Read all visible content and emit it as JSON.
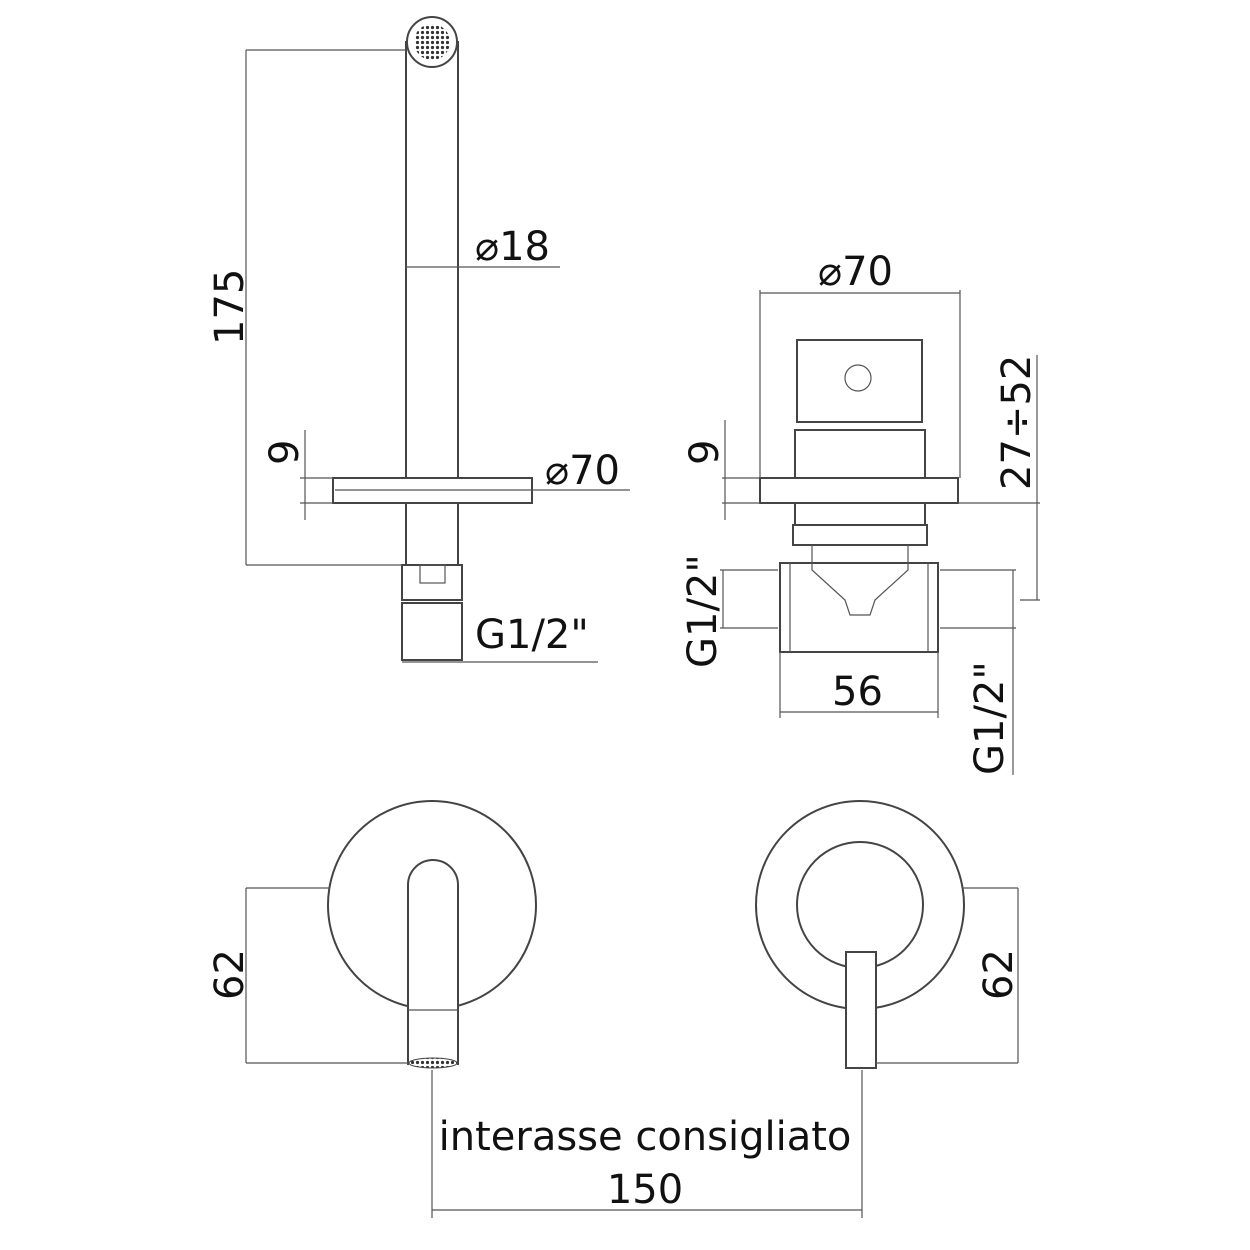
{
  "side_view": {
    "height_label": "175",
    "spout_diameter_label": "⌀18",
    "flange_thickness_label": "9",
    "flange_diameter_label": "⌀70",
    "connection_label": "G1/2\""
  },
  "valve_view": {
    "flange_diameter_label": "⌀70",
    "flange_thickness_label": "9",
    "depth_range_label": "27÷52",
    "inlet_left_label": "G1/2\"",
    "body_width_label": "56",
    "inlet_right_label": "G1/2\""
  },
  "front_view": {
    "spout_height_label": "62",
    "lever_height_label": "62",
    "spacing_caption": "interasse consigliato",
    "spacing_label": "150"
  }
}
